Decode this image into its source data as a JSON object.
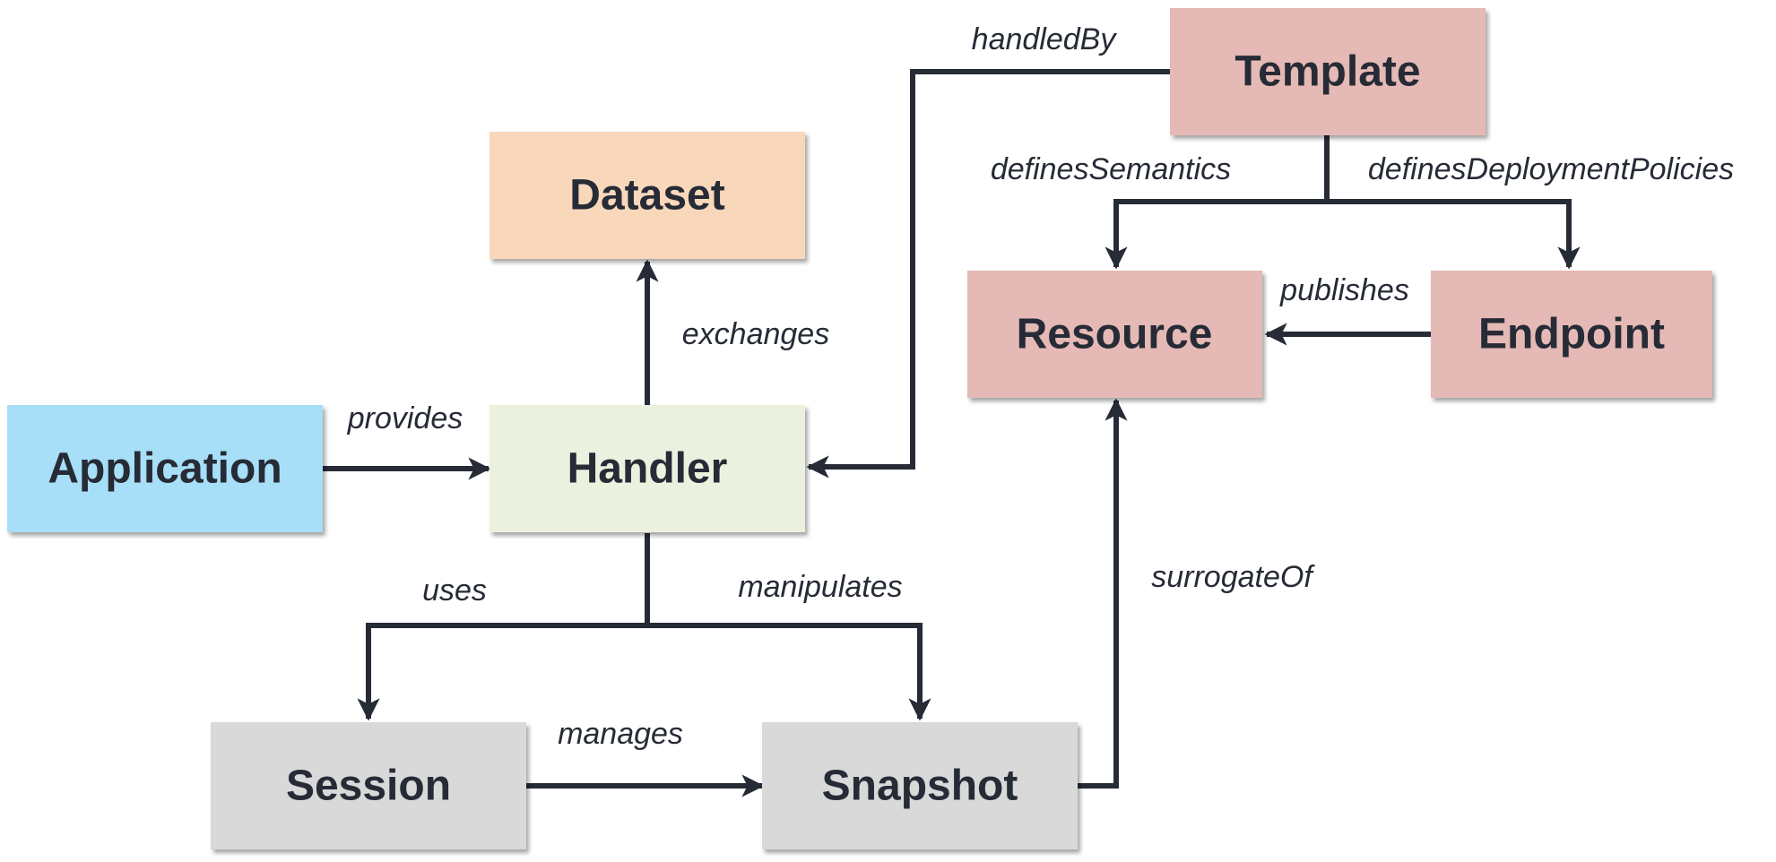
{
  "colors": {
    "application": "#a6dff7",
    "dataset": "#f9d7bb",
    "handler": "#ebf1de",
    "template_group": "#e5b9b5",
    "session_group": "#d9d9d9",
    "line": "#262b36",
    "text": "#262b36"
  },
  "nodes": {
    "application": "Application",
    "dataset": "Dataset",
    "handler": "Handler",
    "template": "Template",
    "resource": "Resource",
    "endpoint": "Endpoint",
    "session": "Session",
    "snapshot": "Snapshot"
  },
  "edges": {
    "provides": "provides",
    "exchanges": "exchanges",
    "handled_by": "handledBy",
    "defines_semantics": "definesSemantics",
    "defines_deployment_policies": "definesDeploymentPolicies",
    "publishes": "publishes",
    "uses": "uses",
    "manipulates": "manipulates",
    "manages": "manages",
    "surrogate_of": "surrogateOf"
  }
}
